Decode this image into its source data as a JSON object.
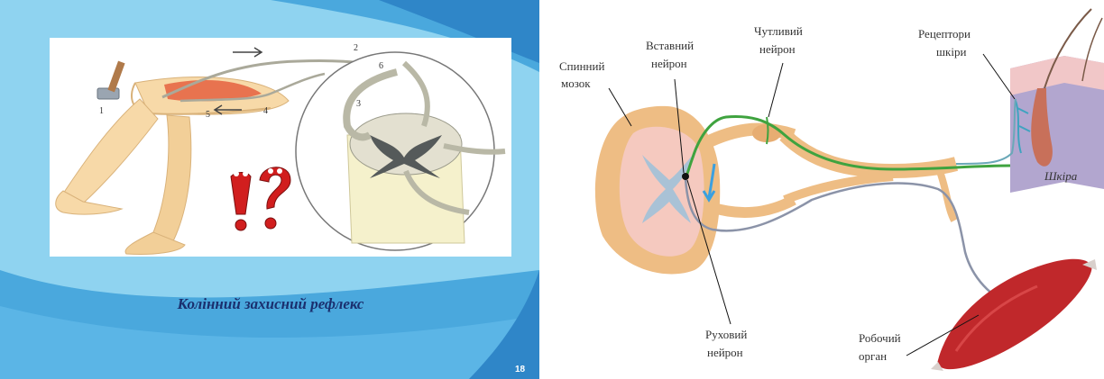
{
  "left_slide": {
    "numbers": [
      "1",
      "2",
      "3",
      "4",
      "5",
      "6"
    ],
    "caption": "Колінний захисний рефлекс",
    "page_number": "18",
    "colors": {
      "blue_light": "#8fd3f0",
      "blue_mid": "#4aa8dd",
      "blue_dark": "#2f86c8",
      "caption": "#1a2f6e",
      "marks": "#d11e1e"
    }
  },
  "right_diagram": {
    "labels": {
      "spinal_cord_l1": "Спинний",
      "spinal_cord_l2": "мозок",
      "interneuron_l1": "Вставний",
      "interneuron_l2": "нейрон",
      "sensory_l1": "Чутливий",
      "sensory_l2": "нейрон",
      "receptors_l1": "Рецептори",
      "receptors_l2": "шкіри",
      "skin": "Шкіра",
      "motor_l1": "Руховий",
      "motor_l2": "нейрон",
      "organ_l1": "Робочий",
      "organ_l2": "орган"
    },
    "colors": {
      "nerve": "#e7b87a",
      "sensory": "#3fa33f",
      "motor": "#8b93a8",
      "muscle": "#c0282b",
      "skin": "#b2a6cf",
      "label": "#333333"
    }
  }
}
